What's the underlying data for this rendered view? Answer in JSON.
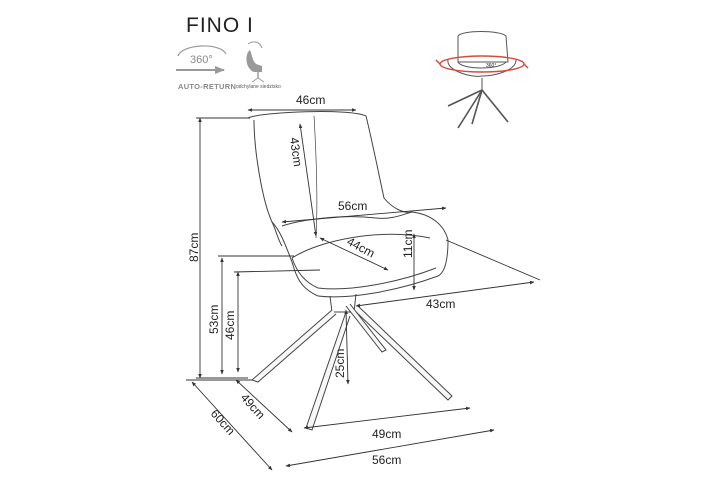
{
  "product": {
    "name": "FINO I"
  },
  "features": {
    "rotation_label": "360°",
    "auto_return_label": "AUTO-RETURN",
    "recline_label": "odchylane siedzisko",
    "thumbnail_rotation_label": "360°"
  },
  "dimensions": {
    "seat_back_width": "46cm",
    "backrest_height": "43cm",
    "armrest_width": "56cm",
    "seat_depth": "44cm",
    "armrest_height": "11cm",
    "total_height": "87cm",
    "seat_height": "53cm",
    "seat_height_inner": "46cm",
    "seat_side_depth": "43cm",
    "leg_height": "25cm",
    "base_depth": "49cm",
    "total_depth": "60cm",
    "base_width": "49cm",
    "total_width": "56cm"
  },
  "colors": {
    "line": "#333333",
    "accent": "#d84a3a",
    "icon_gray": "#9a9a9a"
  }
}
